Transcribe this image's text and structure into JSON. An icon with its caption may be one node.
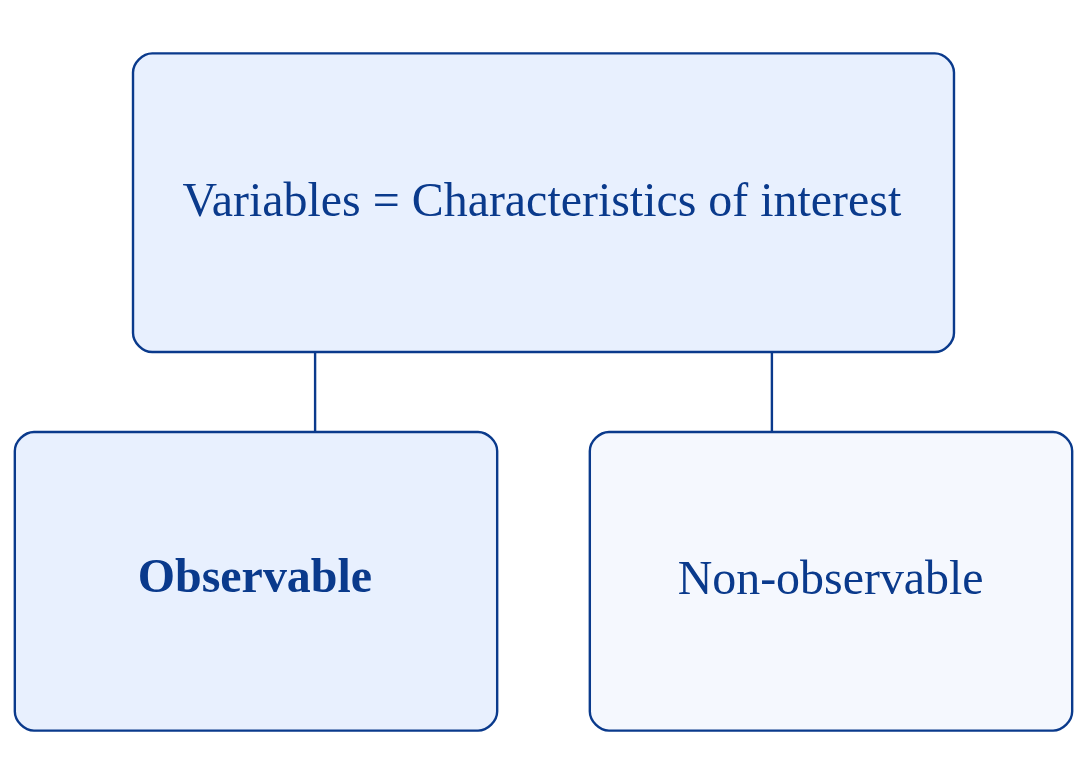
{
  "diagram": {
    "nodes": [
      {
        "text": [
          "Variables = Characteristics of interest"
        ]
      },
      {
        "text": [
          "Observable"
        ]
      },
      {
        "text": [
          "Non-observable"
        ]
      }
    ],
    "edges": [
      {
        "from": 0,
        "to": 1,
        "arrow": "none"
      },
      {
        "from": 0,
        "to": 2,
        "arrow": "none"
      }
    ]
  }
}
